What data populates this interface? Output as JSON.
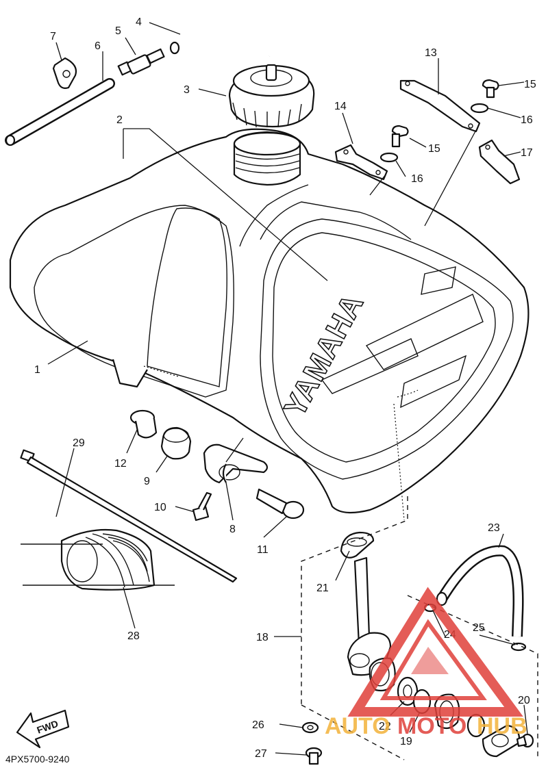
{
  "diagram": {
    "brand_text": "YAMAHA",
    "fwd_label": "FWD",
    "code": "4PX5700-9240",
    "watermark": {
      "part1": "AUTO",
      "part2": "MOTO",
      "part3": "HUB"
    },
    "colors": {
      "line": "#111111",
      "watermark_red": "#e0403a",
      "watermark_orange": "#f3b23a"
    },
    "callouts": [
      "1",
      "2",
      "3",
      "4",
      "5",
      "6",
      "7",
      "8",
      "9",
      "10",
      "11",
      "12",
      "13",
      "14",
      "15",
      "15",
      "16",
      "16",
      "17",
      "18",
      "19",
      "20",
      "21",
      "22",
      "23",
      "24",
      "25",
      "26",
      "27",
      "28",
      "29"
    ]
  }
}
